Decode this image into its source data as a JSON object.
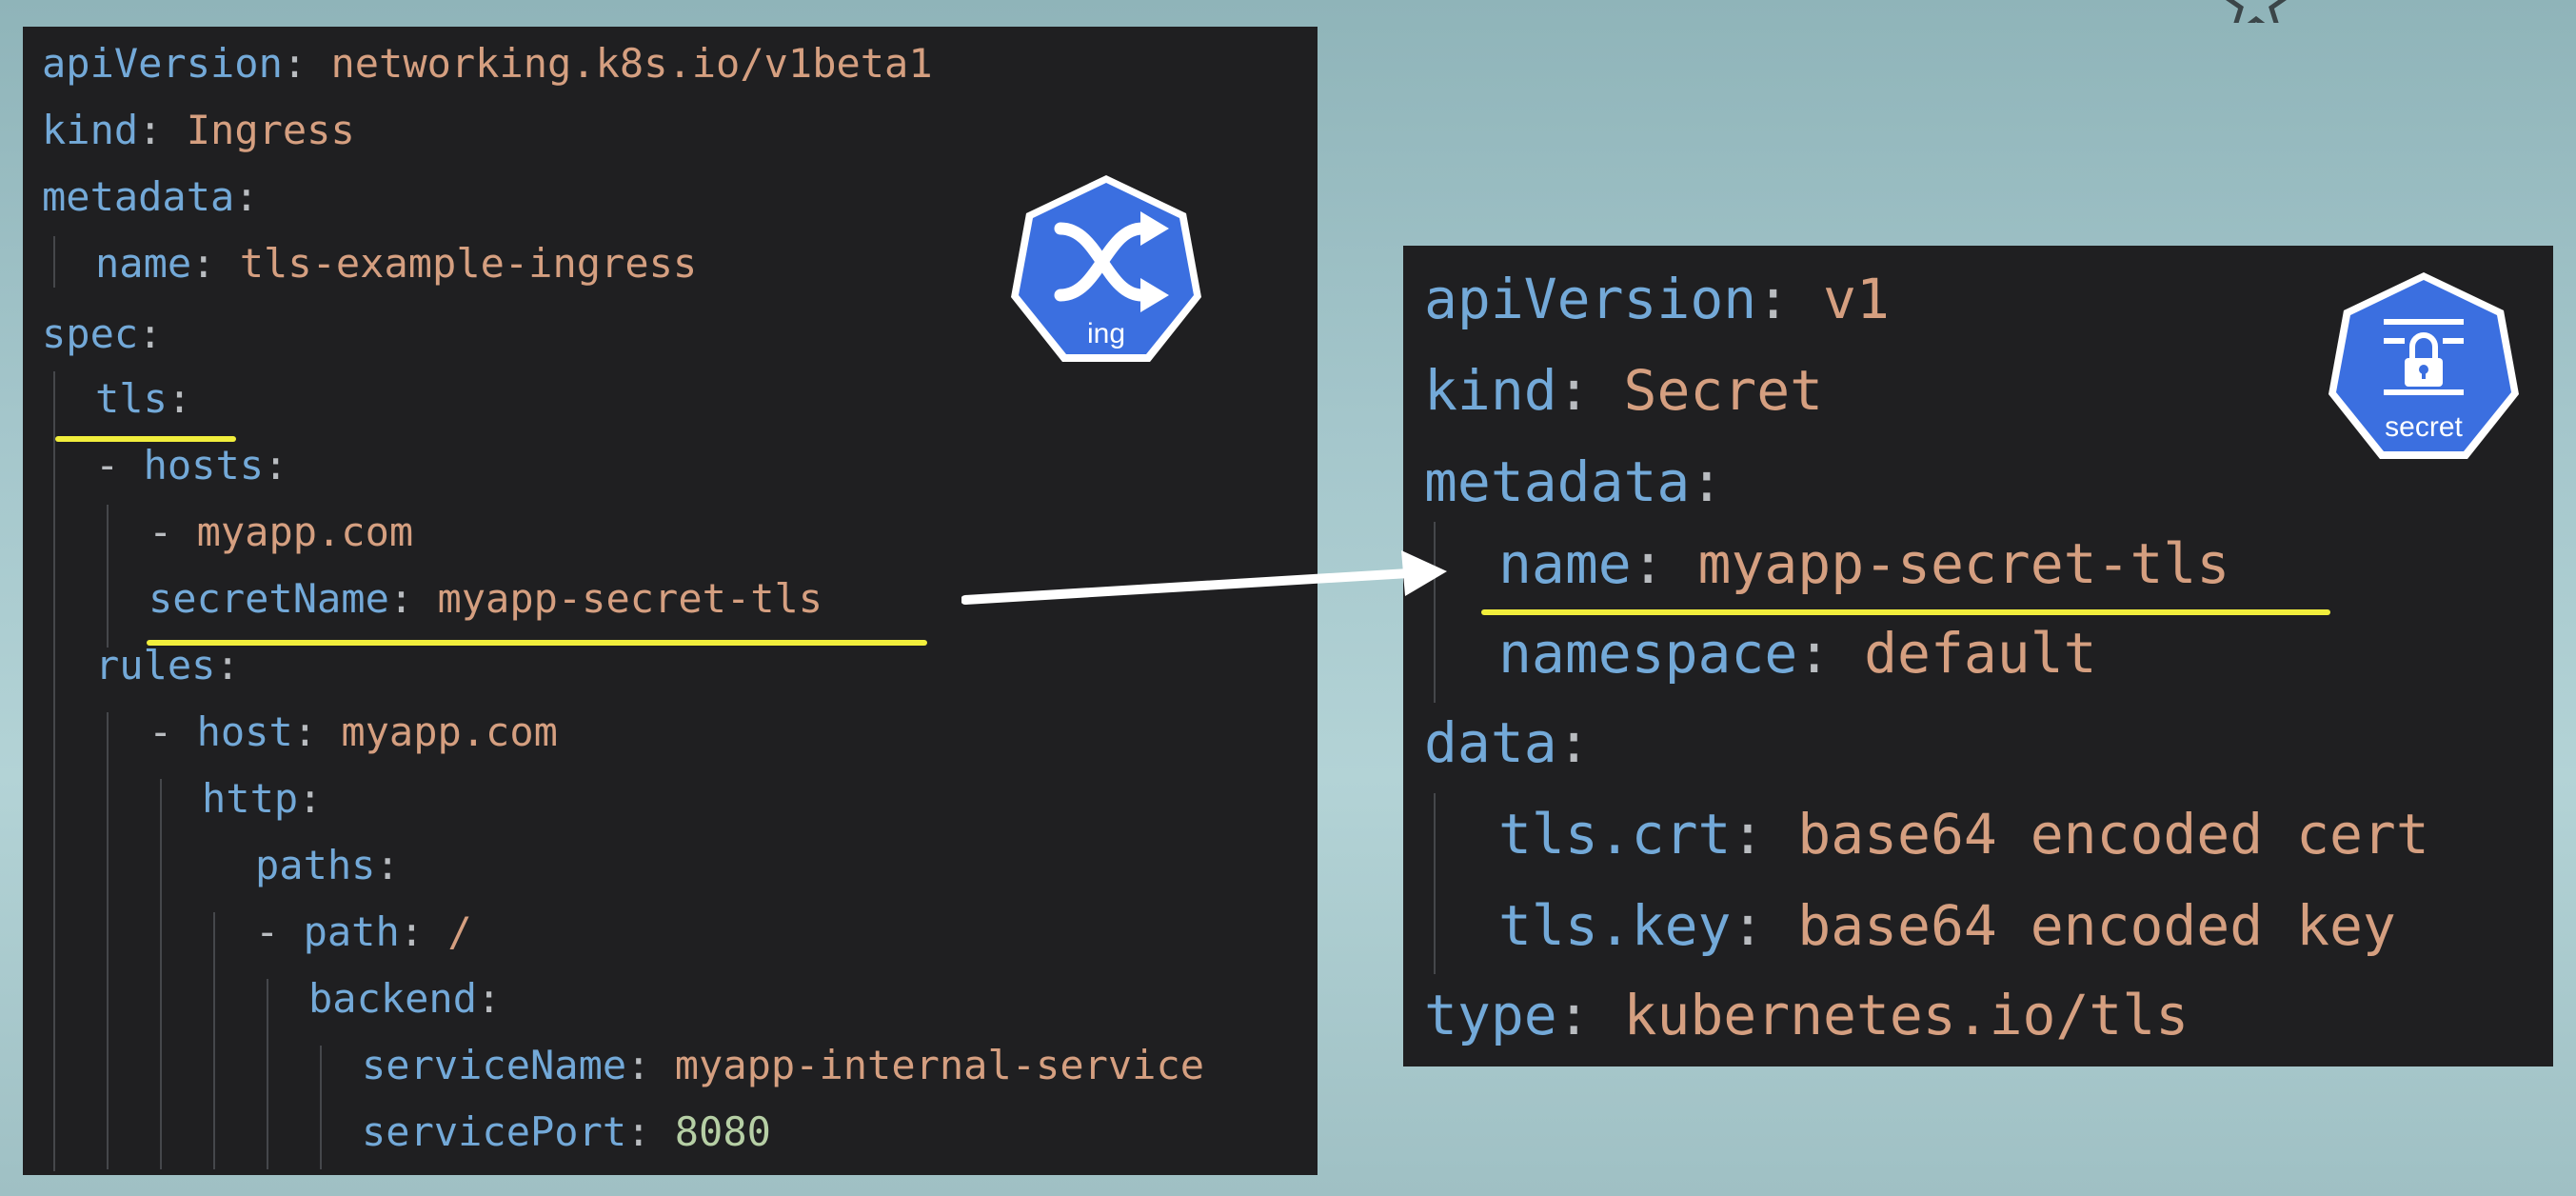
{
  "ingress": {
    "badge_label": "ing",
    "lines": [
      {
        "key": "apiVersion",
        "value": "networking.k8s.io/v1beta1"
      },
      {
        "key": "kind",
        "value": "Ingress"
      },
      {
        "key": "metadata",
        "value": ""
      },
      {
        "key": "name",
        "value": "tls-example-ingress"
      },
      {
        "key": "spec",
        "value": ""
      },
      {
        "key": "tls",
        "value": ""
      },
      {
        "dash": "-",
        "key": "hosts",
        "value": ""
      },
      {
        "dash": "-",
        "value": "myapp.com"
      },
      {
        "key": "secretName",
        "value": "myapp-secret-tls"
      },
      {
        "key": "rules",
        "value": ""
      },
      {
        "dash": "-",
        "key": "host",
        "value": "myapp.com"
      },
      {
        "key": "http",
        "value": ""
      },
      {
        "key": "paths",
        "value": ""
      },
      {
        "dash": "-",
        "key": "path",
        "value": "/"
      },
      {
        "key": "backend",
        "value": ""
      },
      {
        "key": "serviceName",
        "value": "myapp-internal-service"
      },
      {
        "key": "servicePort",
        "value": "8080"
      }
    ]
  },
  "secret": {
    "badge_label": "secret",
    "lines": [
      {
        "key": "apiVersion",
        "value": "v1"
      },
      {
        "key": "kind",
        "value": "Secret"
      },
      {
        "key": "metadata",
        "value": ""
      },
      {
        "key": "name",
        "value": "myapp-secret-tls"
      },
      {
        "key": "namespace",
        "value": "default"
      },
      {
        "key": "data",
        "value": ""
      },
      {
        "key": "tls.crt",
        "value": "base64 encoded cert"
      },
      {
        "key": "tls.key",
        "value": "base64 encoded key"
      },
      {
        "key": "type",
        "value": "kubernetes.io/tls"
      }
    ]
  },
  "syntax": {
    "colon": ":"
  },
  "colors": {
    "background": "#a4c6cb",
    "panel": "#1f1f21",
    "key": "#73a9d8",
    "string_value": "#d59f80",
    "number_value": "#b6cfa5",
    "highlight_underline": "#f1ee3c",
    "badge": "#3b6fe0",
    "arrow": "#ffffff"
  },
  "icons": [
    "ingress-shuffle-icon",
    "secret-lock-icon",
    "arrow-icon",
    "star-icon"
  ]
}
